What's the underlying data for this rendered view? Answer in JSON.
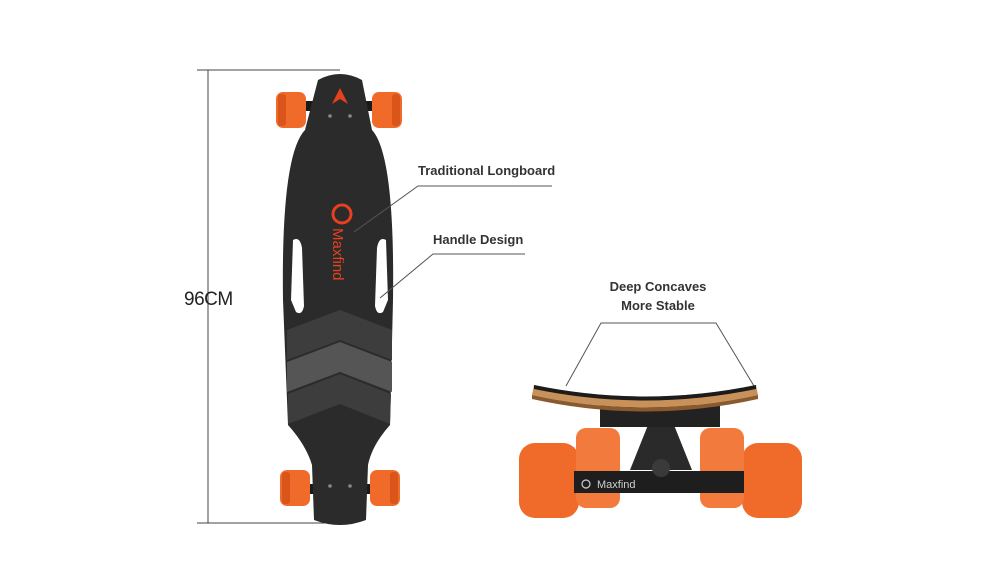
{
  "dimension": {
    "length_label": "96CM"
  },
  "callouts": {
    "traditional_longboard": "Traditional Longboard",
    "handle_design": "Handle Design",
    "deep_concaves_line1": "Deep Concaves",
    "deep_concaves_line2": "More Stable"
  },
  "brand": {
    "logo_text": "Maxfind"
  },
  "colors": {
    "wheel": "#f06a2a",
    "wheel_dark": "#d9551a",
    "deck": "#2b2b2b",
    "accent": "#e8401c",
    "leader_line": "#555555"
  }
}
